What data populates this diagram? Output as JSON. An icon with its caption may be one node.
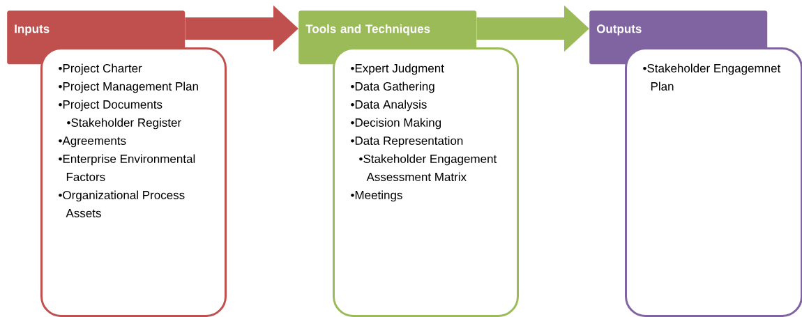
{
  "diagram": {
    "nodes": [
      {
        "text": [
          "Inputs"
        ]
      },
      {
        "text": [
          "•Project Charter",
          "•Project Management Plan",
          "•Project Documents",
          "•Stakeholder Register",
          "•Agreements",
          "•Enterprise Environmental Factors",
          "•Organizational Process Assets"
        ]
      },
      {
        "text": [
          "Tools and Techniques"
        ]
      },
      {
        "text": [
          "•Expert Judgment",
          "•Data Gathering",
          "•Data Analysis",
          "•Decision Making",
          "•Data Representation",
          "•Stakeholder Engagement Assessment Matrix",
          "•Meetings"
        ]
      },
      {
        "text": [
          "Outputs"
        ]
      },
      {
        "text": [
          "•Stakeholder Engagemnet Plan"
        ]
      }
    ],
    "edges": [
      {
        "from": 0,
        "to": 2,
        "arrow": "to",
        "color": "#c0504d"
      },
      {
        "from": 2,
        "to": 4,
        "arrow": "to",
        "color": "#9bbb59"
      }
    ]
  }
}
